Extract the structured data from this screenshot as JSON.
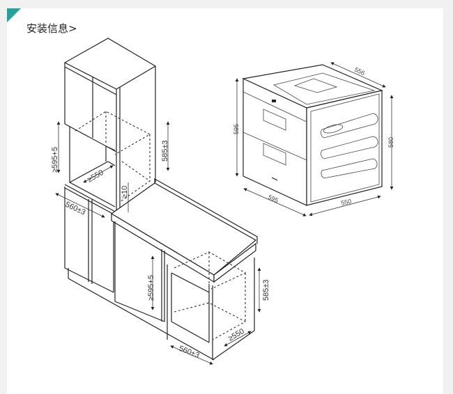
{
  "header": {
    "title": "安装信息>",
    "accent_color": "#2aa198"
  },
  "diagram": {
    "tall_cabinet": {
      "height_label": "≥595+5",
      "oven_height_label": "585±3",
      "depth_label": "≥550",
      "gap_label": "≥10",
      "width_label": "560±3"
    },
    "base_cabinet": {
      "height_label": "≥595+5",
      "oven_height_label": "585±3",
      "depth_label": "≥550",
      "width_label": "560±3"
    },
    "appliance": {
      "top_depth": "556",
      "front_height": "595",
      "side_height": "580",
      "front_width": "595",
      "side_depth": "550"
    }
  }
}
